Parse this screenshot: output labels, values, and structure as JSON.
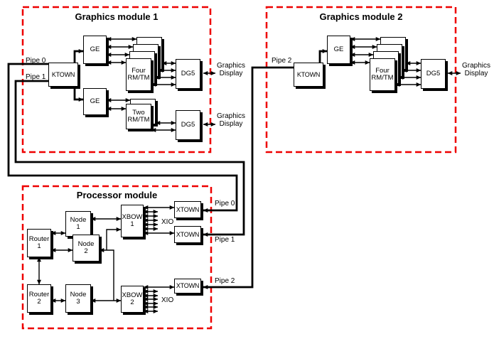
{
  "colors": {
    "accent_red": "#ee0000",
    "line": "#000000",
    "background": "#ffffff"
  },
  "graphics_module_1": {
    "title": "Graphics module 1",
    "pipe0_label": "Pipe 0",
    "pipe1_label": "Pipe 1",
    "ktown_label": "KTOWN",
    "ge_top_label": "GE",
    "ge_bottom_label": "GE",
    "four_rmtm_label": "Four\nRM/TM",
    "two_rmtm_label": "Two\nRM/TM",
    "dg5_top_label": "DG5",
    "dg5_bottom_label": "DG5",
    "display_top_label": "Graphics\nDisplay",
    "display_bottom_label": "Graphics\nDisplay"
  },
  "graphics_module_2": {
    "title": "Graphics module 2",
    "pipe2_label": "Pipe 2",
    "ktown_label": "KTOWN",
    "ge_label": "GE",
    "four_rmtm_label": "Four\nRM/TM",
    "dg5_label": "DG5",
    "display_label": "Graphics\nDisplay"
  },
  "processor_module": {
    "title": "Processor module",
    "router1_label": "Router\n1",
    "router2_label": "Router\n2",
    "node1_label": "Node\n1",
    "node2_label": "Node\n2",
    "node3_label": "Node\n3",
    "xbow1_label": "XBOW\n1",
    "xbow2_label": "XBOW\n2",
    "xtown1_label": "XTOWN",
    "xtown2_label": "XTOWN",
    "xtown3_label": "XTOWN",
    "xio1_label": "XIO",
    "xio2_label": "XIO",
    "pipe0_label": "Pipe 0",
    "pipe1_label": "Pipe 1",
    "pipe2_label": "Pipe 2"
  }
}
